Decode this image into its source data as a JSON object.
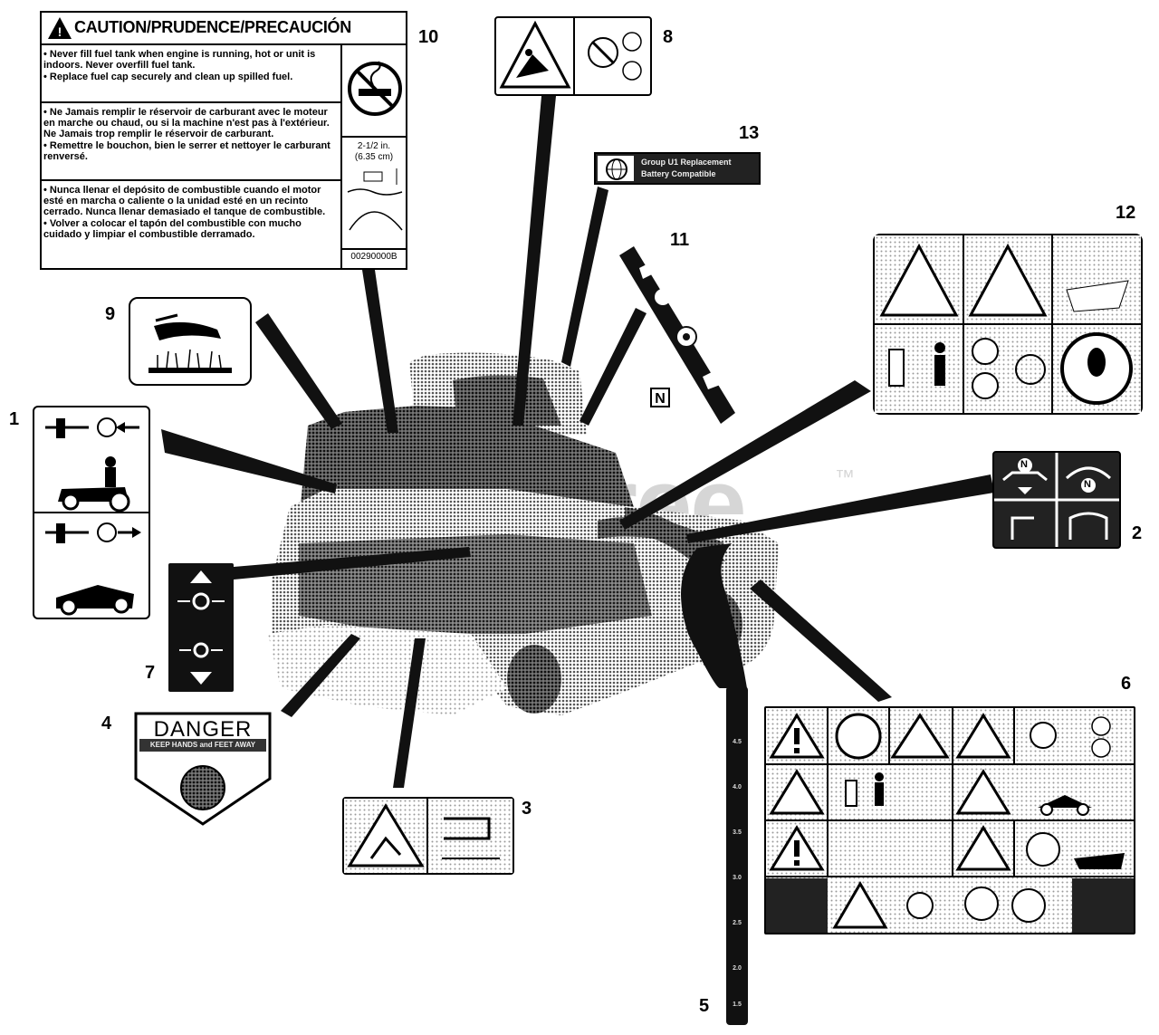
{
  "callouts": {
    "c1": "1",
    "c2": "2",
    "c3": "3",
    "c4": "4",
    "c5": "5",
    "c6": "6",
    "c7": "7",
    "c8": "8",
    "c9": "9",
    "c10": "10",
    "c11": "11",
    "c12": "12",
    "c13": "13"
  },
  "caution_decal": {
    "title": "CAUTION/PRUDENCE/PRECAUCIÓN",
    "english": [
      "• Never fill fuel tank when engine is running, hot or unit is indoors. Never overfill fuel tank.",
      "• Replace fuel cap securely and clean up spilled fuel."
    ],
    "french": [
      "• Ne Jamais remplir le réservoir de carburant avec le moteur en marche ou chaud, ou si la machine n'est pas à l'extérieur. Ne Jamais trop remplir le réservoir de carburant.",
      "• Remettre le bouchon, bien le serrer et nettoyer le carburant renversé."
    ],
    "spanish": [
      "• Nunca llenar el depósito de combustible cuando el motor esté en marcha o caliente o la unidad esté en un recinto cerrado. Nunca llenar demasiado el tanque de combustible.",
      "• Volver a colocar el tapón del combustible con mucho cuidado y limpiar el combustible derramado."
    ],
    "fill_level": "2-1/2 in.",
    "fill_level_metric": "(6.35 cm)",
    "part_number": "00290000B"
  },
  "battery_decal": {
    "line1": "Group U1 Replacement",
    "line2": "Battery Compatible"
  },
  "danger_decal": {
    "title": "DANGER",
    "subtitle": "KEEP HANDS and FEET AWAY"
  },
  "neutral_symbol": "N",
  "direction_decal": {
    "top_letter": "N",
    "right_letter": "N"
  },
  "height_gauge": {
    "marks": [
      "4.5",
      "4.0",
      "3.5",
      "3.0",
      "2.5",
      "2.0",
      "1.5"
    ]
  },
  "watermark": {
    "text": "PartsTree",
    "tm": "™"
  }
}
